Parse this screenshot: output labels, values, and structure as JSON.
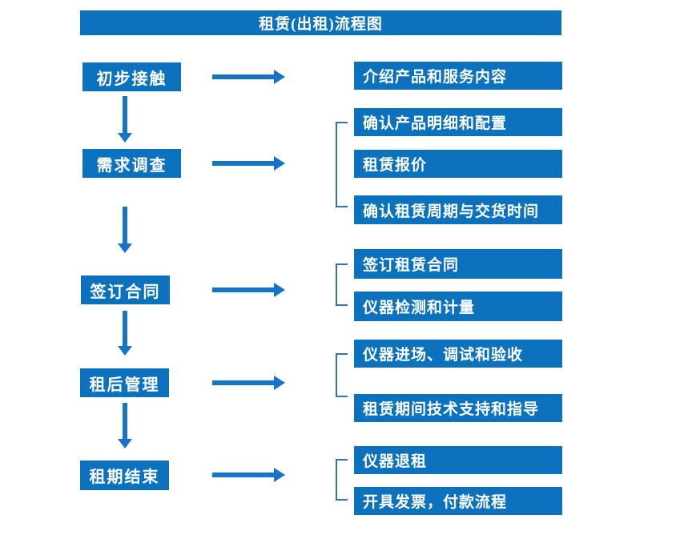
{
  "title": "租赁(出租)流程图",
  "colors": {
    "box_blue": "#0d72be",
    "arrow_blue": "#1674c8",
    "bracket_blue": "#2e74b5",
    "text_white": "#ffffff",
    "background": "#ffffff"
  },
  "icons": {
    "arrow_right": "horizontal flow arrow (CSS shape)",
    "arrow_down": "vertical flow arrow (CSS shape)",
    "bracket": "left square bracket group connector (CSS border shape)"
  },
  "flow": [
    {
      "step": "初步接触",
      "details": [
        "介绍产品和服务内容"
      ]
    },
    {
      "step": "需求调查",
      "details": [
        "确认产品明细和配置",
        "租赁报价",
        "确认租赁周期与交货时间"
      ]
    },
    {
      "step": "签订合同",
      "details": [
        "签订租赁合同",
        "仪器检测和计量"
      ]
    },
    {
      "step": "租后管理",
      "details": [
        "仪器进场、调试和验收",
        "租赁期间技术支持和指导"
      ]
    },
    {
      "step": "租期结束",
      "details": [
        "仪器退租",
        "开具发票，付款流程"
      ]
    }
  ]
}
